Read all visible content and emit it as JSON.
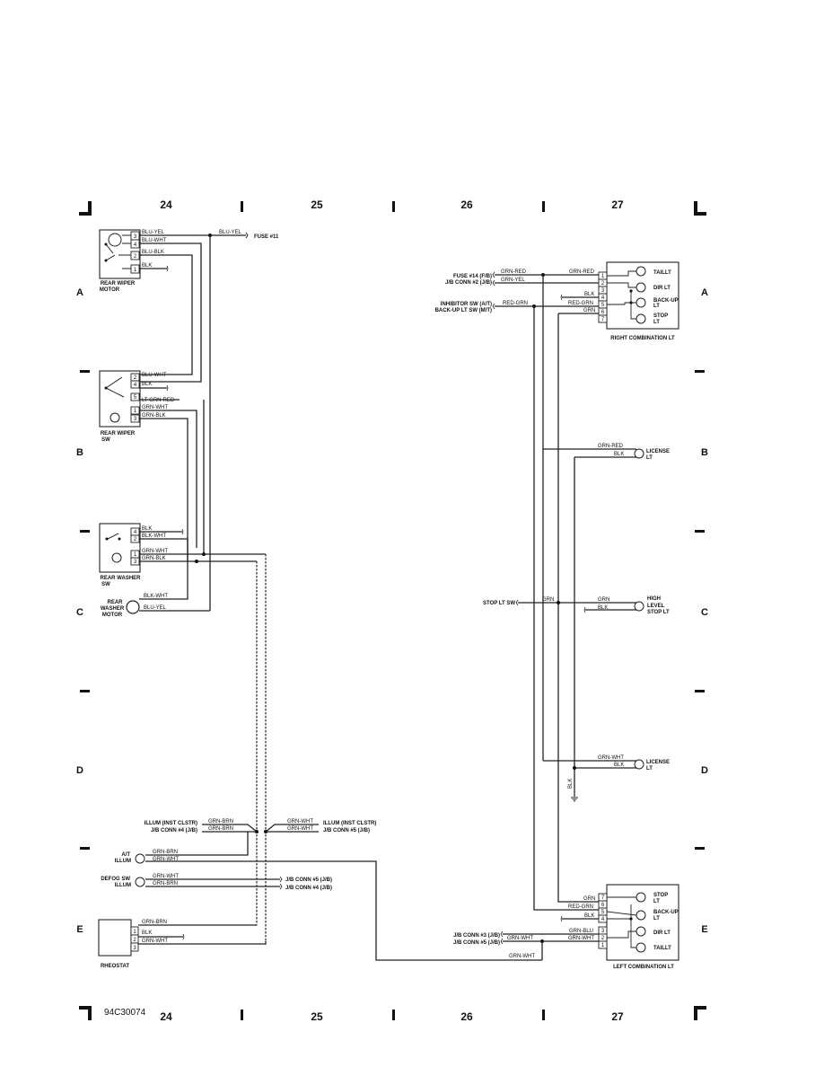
{
  "figure_id": "94C30074",
  "columns": [
    "24",
    "25",
    "26",
    "27"
  ],
  "rows": [
    "A",
    "B",
    "C",
    "D",
    "E"
  ],
  "components": {
    "rear_wiper_motor": {
      "label_1": "REAR WIPER",
      "label_2": "MOTOR",
      "pins": [
        "3",
        "4",
        "2",
        "1"
      ]
    },
    "rear_wiper_sw": {
      "label_1": "REAR WIPER",
      "label_2": "SW",
      "pins": [
        "2",
        "4",
        "5",
        "1",
        "3"
      ]
    },
    "rear_washer_sw": {
      "label_1": "REAR WASHER",
      "label_2": "SW",
      "pins": [
        "4",
        "2",
        "1",
        "3"
      ]
    },
    "rear_washer_motor": {
      "label_1": "REAR",
      "label_2": "WASHER",
      "label_3": "MOTOR"
    },
    "rheostat": {
      "label": "RHEOSTAT",
      "pins": [
        "1",
        "2",
        "3"
      ]
    },
    "right_combination_lt": {
      "label": "RIGHT COMBINATION LT",
      "pins": [
        "1",
        "2",
        "3",
        "4",
        "5",
        "6",
        "7"
      ],
      "lamps": [
        "TAILLT",
        "DIR LT",
        "BACK-UP",
        "LT",
        "STOP",
        "LT"
      ]
    },
    "left_combination_lt": {
      "label": "LEFT COMBINATION LT",
      "pins": [
        "7",
        "6",
        "5",
        "4",
        "3",
        "2",
        "1"
      ],
      "lamps": [
        "STOP",
        "LT",
        "BACK-UP",
        "LT",
        "DIR LT",
        "TAILLT"
      ]
    },
    "license_lt_b": {
      "label_1": "LICENSE",
      "label_2": "LT"
    },
    "license_lt_d": {
      "label_1": "LICENSE",
      "label_2": "LT"
    },
    "high_level_stop_lt": {
      "label_1": "HIGH",
      "label_2": "LEVEL",
      "label_3": "STOP LT"
    },
    "at_illum": {
      "label_1": "A/T",
      "label_2": "ILLUM"
    },
    "defog_sw_illum": {
      "label_1": "DEFOG SW",
      "label_2": "ILLUM"
    }
  },
  "connections": {
    "fuse_11": "FUSE #11",
    "fuse_14": "FUSE #14 (F/B)",
    "jb_conn_2": "J/B CONN #2 (J/B)",
    "inhibitor_sw": "INHIBITOR SW (A/T)",
    "backup_lt_sw": "BACK-UP LT SW (M/T)",
    "stop_lt_sw": "STOP LT SW",
    "illum_inst_left": "ILLUM (INST CLSTR)",
    "jb_conn_4_left": "J/B CONN #4 (J/B)",
    "illum_inst_right": "ILLUM (INST CLSTR)",
    "jb_conn_5_right": "J/B CONN #5 (J/B)",
    "jb_conn_5_defog": "J/B CONN #5 (J/B)",
    "jb_conn_4_defog": "J/B CONN #4 (J/B)",
    "jb_conn_3_left_lt": "J/B CONN #3 (J/B)",
    "jb_conn_5_left_lt": "J/B CONN #5 (J/B)"
  },
  "wires": {
    "blu_yel": "BLU-YEL",
    "blu_wht": "BLU-WHT",
    "blu_blk": "BLU-BLK",
    "blk": "BLK",
    "lt_grn_red": "LT GRN-RED",
    "grn_wht": "GRN-WHT",
    "grn_blk": "GRN-BLK",
    "blk_wht": "BLK-WHT",
    "grn_red": "GRN-RED",
    "grn_yel": "GRN-YEL",
    "red_grn": "RED-GRN",
    "grn": "GRN",
    "grn_brn": "GRN-BRN",
    "grn_blu": "GRN-BLU",
    "blk_vertical": "BLK"
  }
}
